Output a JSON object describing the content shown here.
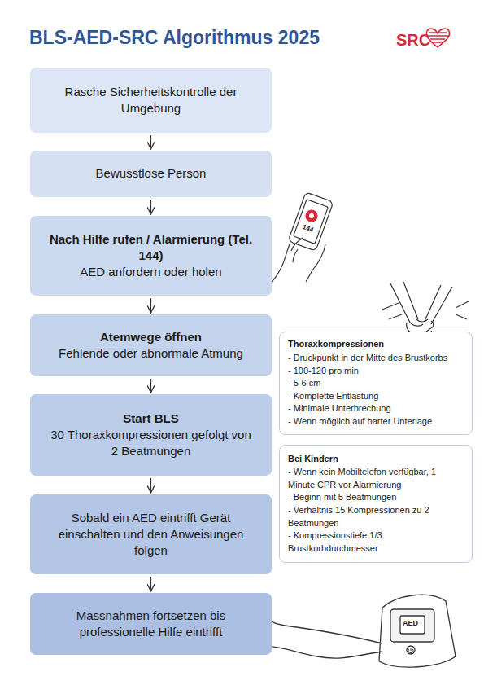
{
  "diagram": {
    "title": "BLS-AED-SRC Algorithmus 2025",
    "nodes": [
      {
        "text": [
          "Rasche Sicherheitskontrolle der Umgebung"
        ]
      },
      {
        "text": [
          "Bewusstlose Person"
        ]
      },
      {
        "text": [
          "Nach Hilfe rufen / Alarmierung (Tel. 144)",
          "AED anfordern oder holen"
        ]
      },
      {
        "text": [
          "Atemwege öffnen",
          "Fehlende oder abnormale Atmung"
        ]
      },
      {
        "text": [
          "Start BLS",
          "30 Thoraxkompressionen gefolgt von 2 Beatmungen"
        ]
      },
      {
        "text": [
          "Sobald ein AED eintrifft Gerät einschalten und den Anweisungen folgen"
        ]
      },
      {
        "text": [
          "Massnahmen fortsetzen bis professionelle Hilfe eintrifft"
        ]
      },
      {
        "text": [
          "Thoraxkompressionen",
          "- Druckpunkt in der Mitte des Brustkorbs",
          "- 100-120 pro min",
          "- 5-6 cm",
          "- Komplette Entlastung",
          "- Minimale Unterbrechung",
          "- Wenn möglich auf harter Unterlage"
        ]
      },
      {
        "text": [
          "Bei Kindern",
          "- Wenn kein Mobiltelefon verfügbar, 1 Minute CPR vor Alarmierung",
          "- Beginn mit 5 Beatmungen",
          "- Verhältnis 15 Kompressionen zu 2 Beatmungen",
          "- Kompressionstiefe 1/3 Brustkorbdurchmesser"
        ]
      }
    ],
    "edges": [
      {
        "from": 0,
        "to": 1,
        "arrow": "to"
      },
      {
        "from": 1,
        "to": 2,
        "arrow": "to"
      },
      {
        "from": 2,
        "to": 3,
        "arrow": "to"
      },
      {
        "from": 3,
        "to": 4,
        "arrow": "to"
      },
      {
        "from": 4,
        "to": 5,
        "arrow": "to"
      },
      {
        "from": 5,
        "to": 6,
        "arrow": "to"
      }
    ],
    "labels": [
      "SRC",
      "144",
      "AED"
    ]
  }
}
